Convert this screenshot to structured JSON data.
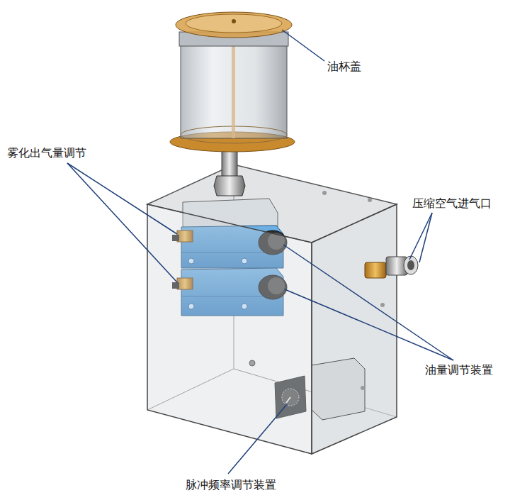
{
  "diagram": {
    "labels": [
      "油杯盖",
      "雾化出气量调节",
      "压缩空气进气口",
      "油量调节装置",
      "脉冲频率调节装置"
    ]
  }
}
